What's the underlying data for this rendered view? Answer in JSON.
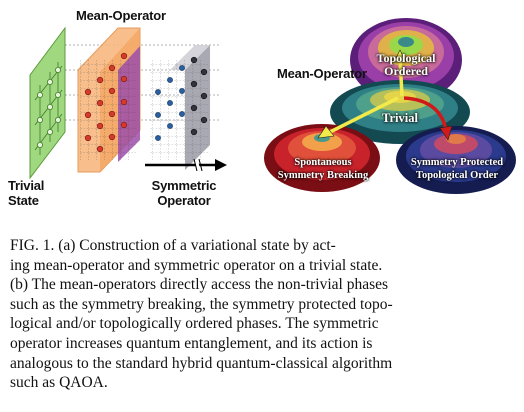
{
  "panel_a": {
    "mean_operator_label": "Mean-Operator",
    "trivial_label_line1": "Trivial",
    "trivial_label_line2": "State",
    "symmetric_label_line1": "Symmetric",
    "symmetric_label_line2": "Operator"
  },
  "panel_b": {
    "mean_operator_label": "Mean-Operator",
    "topological_line1": "Topological",
    "topological_line2": "Ordered",
    "trivial": "Trivial",
    "ssb_line1": "Spontaneous",
    "ssb_line2": "Symmetry Breaking",
    "spt_line1": "Symmetry Protected",
    "spt_line2": "Topological Order"
  },
  "caption": {
    "lines": [
      "FIG. 1.    (a) Construction of a variational state by act-",
      "ing mean-operator and symmetric operator on a trivial state.",
      "(b) The mean-operators directly access the non-trivial phases",
      "such as the symmetry breaking, the symmetry protected topo-",
      "logical and/or topologically ordered phases.  The symmetric",
      "operator increases quantum entanglement, and its action is",
      "analogous to the standard hybrid quantum-classical algorithm",
      "such as QAOA."
    ]
  },
  "colors": {
    "trivial_plane": "#9fd87e",
    "mean_block": "#f7b57a",
    "mean_plane": "#9b4ea8",
    "symmetric_plane": "#9a9aa6",
    "ssb_blob": "#c8222a",
    "spt_blob": "#2b3a8c",
    "topo_blob": "#8a3fa0",
    "trivial_blob": "#2f7f86",
    "arrow_yellow": "#f2ea4a",
    "arrow_red": "#d01a1a"
  }
}
